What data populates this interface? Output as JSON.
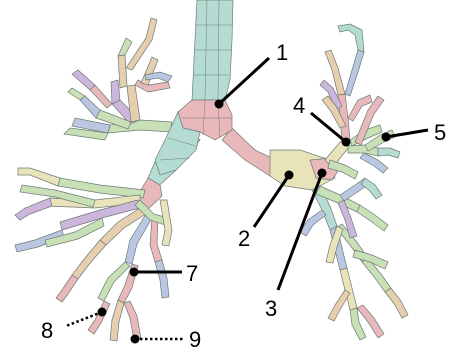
{
  "figure": {
    "callouts": [
      {
        "id": "1",
        "label": "1"
      },
      {
        "id": "2",
        "label": "2"
      },
      {
        "id": "3",
        "label": "3"
      },
      {
        "id": "4",
        "label": "4"
      },
      {
        "id": "5",
        "label": "5"
      },
      {
        "id": "7",
        "label": "7"
      },
      {
        "id": "8",
        "label": "8"
      },
      {
        "id": "9",
        "label": "9"
      }
    ],
    "colors": {
      "trachea": "#b5dcd2",
      "carina": "#e8b8bb",
      "right_main": "#e8e3b9",
      "left_main": "#b5dcd2",
      "mesh_line": "#6e7a76",
      "callout_line": "#000000"
    }
  }
}
